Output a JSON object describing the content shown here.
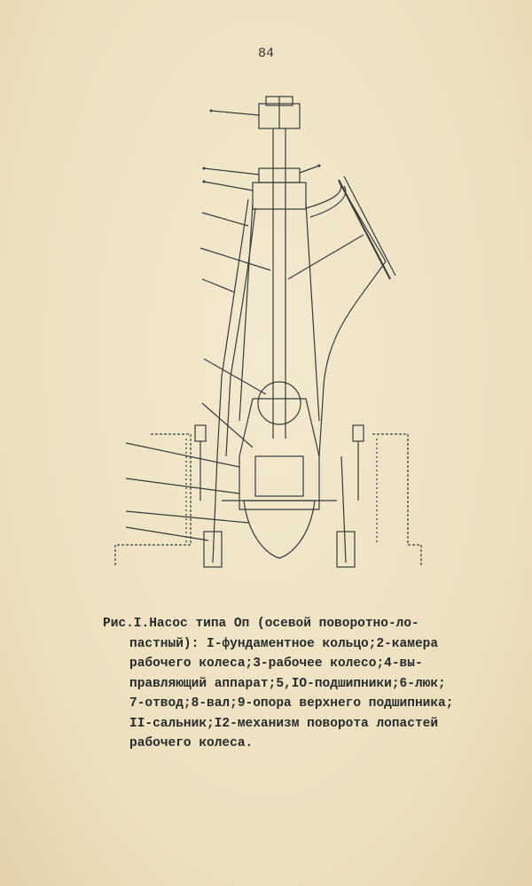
{
  "page_number": "84",
  "caption_lines": [
    "Рис.I.Насос типа Оп (осевой поворотно-ло-",
    "пастный): I-фундаментное кольцо;2-камера",
    "рабочего колеса;3-рабочее колесо;4-вы-",
    "правляющий аппарат;5,IO-подшипники;6-люк;",
    "7-отвод;8-вал;9-опора верхнего подшипника;",
    "II-сальник;I2-механизм поворота лопастей",
    "рабочего колеса."
  ]
}
